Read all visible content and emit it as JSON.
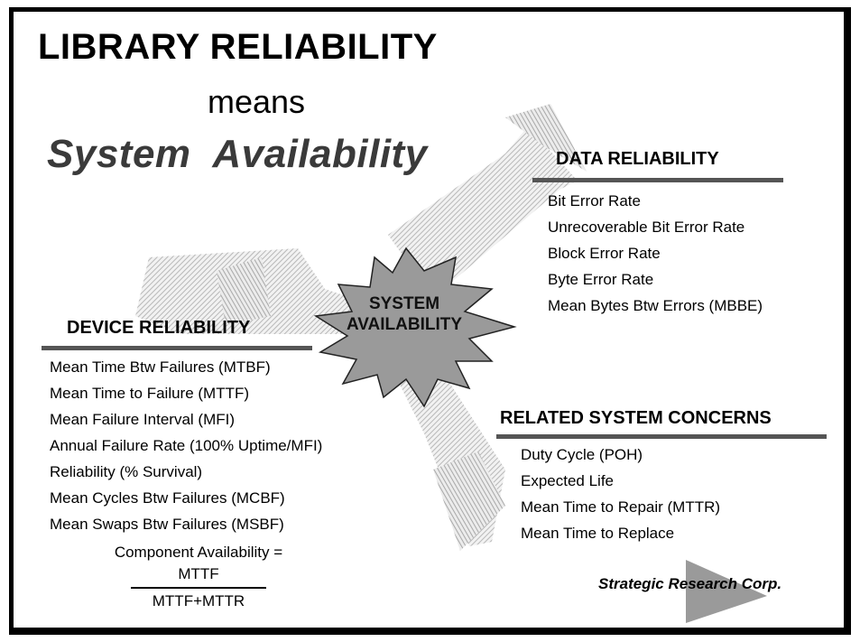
{
  "title": {
    "line1": "LIBRARY RELIABILITY",
    "line2": "means",
    "line3": "System  Availability"
  },
  "center": {
    "line1": "SYSTEM",
    "line2": "AVAILABILITY"
  },
  "data_reliability": {
    "heading": "DATA RELIABILITY",
    "items": [
      "Bit Error Rate",
      "Unrecoverable Bit Error Rate",
      "Block Error Rate",
      "Byte Error Rate",
      "Mean Bytes Btw Errors (MBBE)"
    ]
  },
  "device_reliability": {
    "heading": "DEVICE RELIABILITY",
    "items": [
      "Mean Time Btw Failures (MTBF)",
      "Mean Time to Failure (MTTF)",
      "Mean Failure Interval (MFI)",
      "Annual Failure Rate (100% Uptime/MFI)",
      "Reliability (% Survival)",
      "Mean Cycles Btw Failures (MCBF)",
      "Mean Swaps Btw Failures (MSBF)"
    ]
  },
  "formula": {
    "label": "Component Availability =",
    "numerator": "MTTF",
    "denominator": "MTTF+MTTR"
  },
  "related_concerns": {
    "heading": "RELATED SYSTEM CONCERNS",
    "items": [
      "Duty Cycle (POH)",
      "Expected Life",
      "Mean Time to Repair (MTTR)",
      "Mean Time to Replace"
    ]
  },
  "brand": {
    "name": "Strategic Research Corp."
  }
}
